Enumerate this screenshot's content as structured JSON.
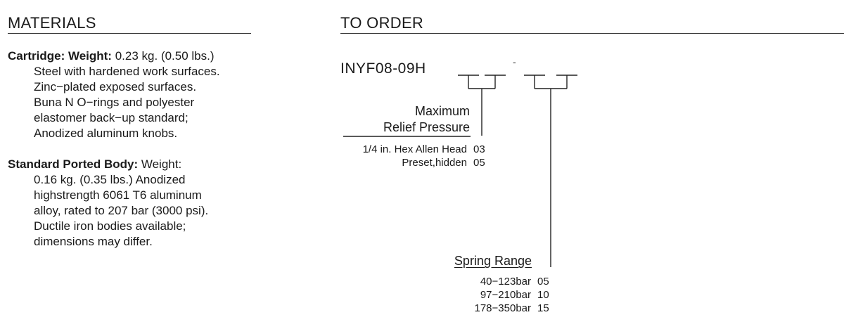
{
  "materials": {
    "heading": "MATERIALS",
    "cartridge": {
      "label": "Cartridge: Weight:",
      "first_line": " 0.23 kg. (0.50 lbs.)",
      "lines": [
        "Steel with hardened work surfaces.",
        "Zinc−plated exposed surfaces.",
        "Buna N O−rings and polyester",
        "elastomer back−up standard;",
        "Anodized aluminum knobs."
      ]
    },
    "body": {
      "label": "Standard Ported Body:",
      "first_line": " Weight:",
      "lines": [
        "0.16 kg. (0.35 lbs.) Anodized",
        "highstrength 6061 T6 aluminum",
        "alloy, rated to 207 bar (3000 psi).",
        "Ductile iron bodies available;",
        "dimensions may differ."
      ]
    }
  },
  "to_order": {
    "heading": "TO ORDER",
    "model": "INYF08-09H",
    "separator": "-",
    "relief_pressure": {
      "title_line1": "Maximum",
      "title_line2": "Relief Pressure",
      "options": [
        {
          "label": "1/4 in. Hex Allen Head",
          "code": "03"
        },
        {
          "label": "Preset,hidden",
          "code": "05"
        }
      ]
    },
    "spring_range": {
      "title": "Spring Range",
      "options": [
        {
          "label": "40−123bar",
          "code": "05"
        },
        {
          "label": "97−210bar",
          "code": "10"
        },
        {
          "label": "178−350bar",
          "code": "15"
        }
      ]
    }
  }
}
